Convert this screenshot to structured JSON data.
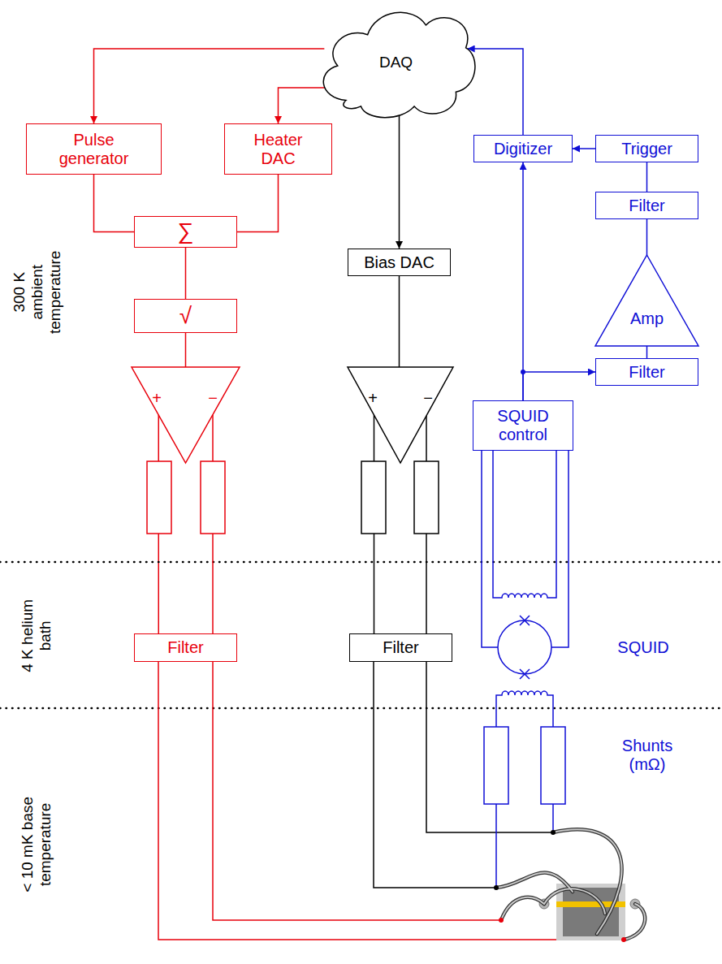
{
  "diagram": {
    "nodes": [
      {
        "text": [
          "DAQ"
        ]
      },
      {
        "text": [
          "Pulse generator"
        ]
      },
      {
        "text": [
          "Heater DAC"
        ]
      },
      {
        "text": [
          "∑"
        ]
      },
      {
        "text": [
          "√"
        ]
      },
      {
        "text": [
          "+",
          "−"
        ]
      },
      {
        "text": [
          "Bias DAC"
        ]
      },
      {
        "text": [
          "+",
          "−"
        ]
      },
      {
        "text": [
          "Digitizer"
        ]
      },
      {
        "text": [
          "Trigger"
        ]
      },
      {
        "text": [
          "Filter"
        ]
      },
      {
        "text": [
          "Amp"
        ]
      },
      {
        "text": [
          "Filter"
        ]
      },
      {
        "text": [
          "SQUID control"
        ]
      },
      {
        "text": [
          "Filter"
        ]
      },
      {
        "text": [
          "Filter"
        ]
      }
    ],
    "edges": [
      {
        "from": 0,
        "to": 1,
        "arrow": "to"
      },
      {
        "from": 0,
        "to": 2,
        "arrow": "to"
      },
      {
        "from": 1,
        "to": 3,
        "arrow": "none"
      },
      {
        "from": 2,
        "to": 3,
        "arrow": "none"
      },
      {
        "from": 3,
        "to": 4,
        "arrow": "none"
      },
      {
        "from": 4,
        "to": 5,
        "arrow": "none"
      },
      {
        "from": 0,
        "to": 6,
        "arrow": "to"
      },
      {
        "from": 6,
        "to": 7,
        "arrow": "none"
      },
      {
        "from": 5,
        "to": 14,
        "arrow": "none"
      },
      {
        "from": 7,
        "to": 15,
        "arrow": "none"
      },
      {
        "from": 8,
        "to": 0,
        "arrow": "to"
      },
      {
        "from": 9,
        "to": 8,
        "arrow": "to"
      },
      {
        "from": 10,
        "to": 9,
        "arrow": "none"
      },
      {
        "from": 11,
        "to": 10,
        "arrow": "none"
      },
      {
        "from": 12,
        "to": 11,
        "arrow": "none"
      },
      {
        "from": 13,
        "to": 8,
        "arrow": "to"
      },
      {
        "from": 13,
        "to": 12,
        "arrow": "to"
      }
    ],
    "labels": [
      "300 K ambient temperature",
      "4 K helium bath",
      "< 10 mK base temperature",
      "SQUID",
      "Shunts (mΩ)"
    ]
  }
}
